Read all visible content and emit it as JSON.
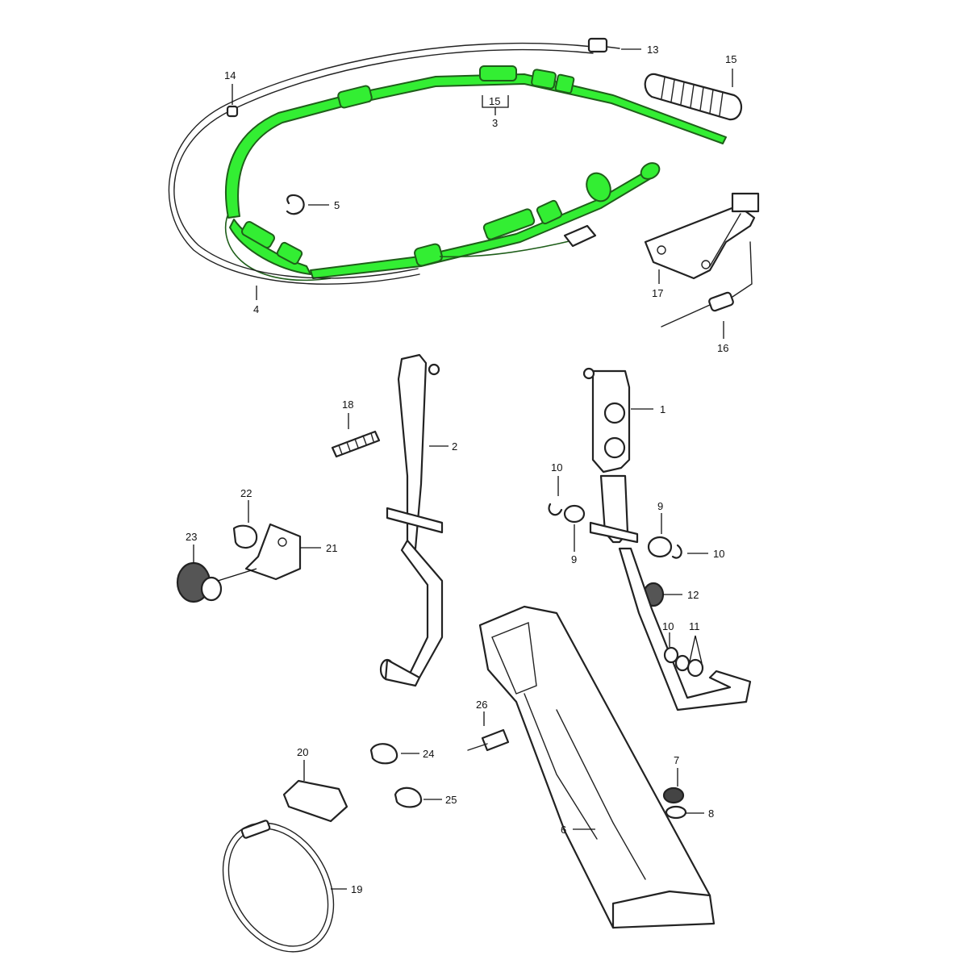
{
  "colors": {
    "highlight": "#33ee33",
    "ink": "#222222",
    "background": "#ffffff"
  },
  "callouts": {
    "p1": "1",
    "p2": "2",
    "p3": "3",
    "p4": "4",
    "p5": "5",
    "p6": "6",
    "p7": "7",
    "p8": "8",
    "p9a": "9",
    "p9b": "9",
    "p10a": "10",
    "p10b": "10",
    "p10c": "10",
    "p11": "11",
    "p12": "12",
    "p13": "13",
    "p14": "14",
    "p15a": "15",
    "p15b": "15",
    "p16": "16",
    "p17": "17",
    "p18": "18",
    "p19": "19",
    "p20": "20",
    "p21": "21",
    "p22": "22",
    "p23": "23",
    "p24": "24",
    "p25": "25",
    "p26": "26"
  }
}
